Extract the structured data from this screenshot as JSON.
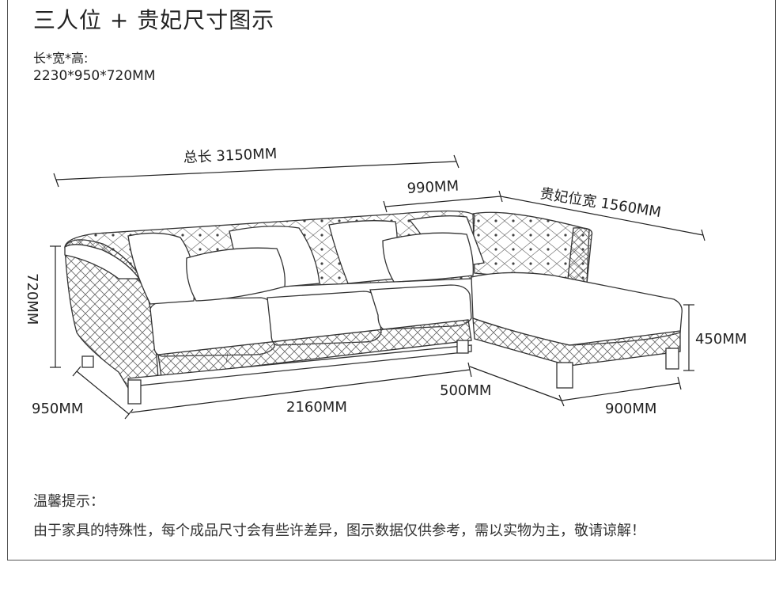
{
  "title": "三人位 + 贵妃尺寸图示",
  "dimensions": {
    "label": "长*宽*高:",
    "value": "2230*950*720MM"
  },
  "measurements": {
    "total_length": "总长 3150MM",
    "depth_990": "990MM",
    "chaise_width": "贵妃位宽 1560MM",
    "height_720": "720MM",
    "seat_height": "450MM",
    "depth_950": "950MM",
    "length_2160": "2160MM",
    "length_500": "500MM",
    "length_900": "900MM"
  },
  "tip": {
    "label": "温馨提示：",
    "text": "由于家具的特殊性，每个成品尺寸会有些许差异，图示数据仅供参考，需以实物为主，敬请谅解！"
  }
}
